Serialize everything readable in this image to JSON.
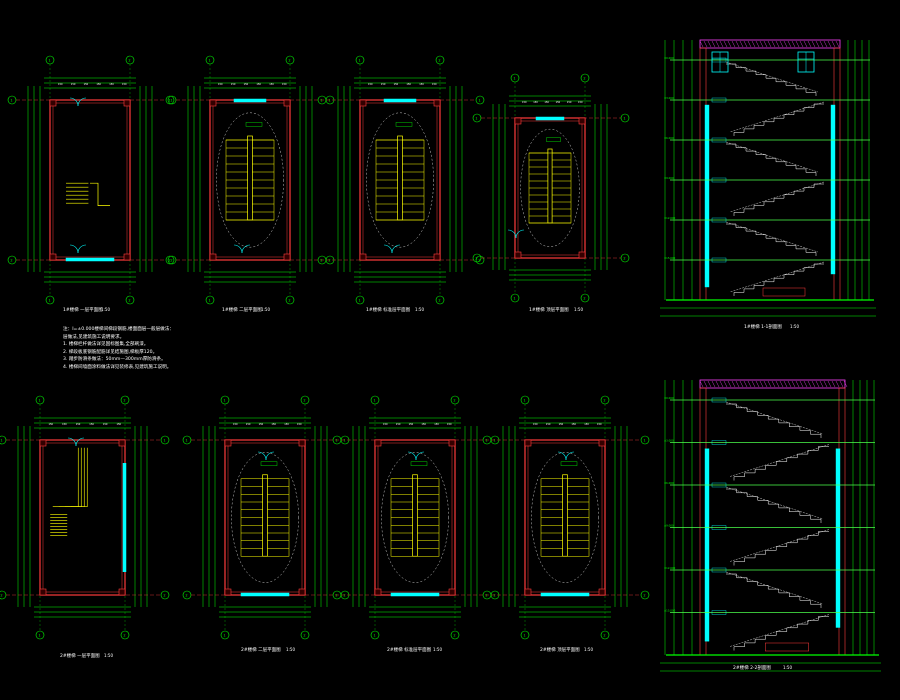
{
  "drawing": {
    "title": "楼梯详图",
    "colors": {
      "background": "#000000",
      "wall": "#ff3b3b",
      "dimension": "#00ff00",
      "stair": "#ffff00",
      "glass": "#00ffff",
      "text": "#ffffff",
      "roof": "#ff40ff",
      "floor_line": "#4dff4d"
    },
    "notes": {
      "lines": [
        "注：Ⅰ=±0.000楼梯间梯段钢筋,楼面面层一般层做法：",
        "     层做法,见建筑施工说明要求。",
        "1. 楼梯栏杆做法详见国标图集,全部刷漆。",
        "2. 梯段板底钢筋配筋详见结施图,梯板厚120。",
        "3. 踏步防滑条做法：50mm—300mm厚防滑条。",
        "4. 楼梯间墙面涂料做法详见装修表,见建筑施工说明。"
      ]
    },
    "top_plans": [
      {
        "title": "1#楼梯 一层平面图",
        "scale": "1:50"
      },
      {
        "title": "1#楼梯 二层平面图",
        "scale": "1:50"
      },
      {
        "title": "1#楼梯 标准层平面图",
        "scale": "1:50"
      },
      {
        "title": "1#楼梯 顶层平面图",
        "scale": "1:50"
      }
    ],
    "bottom_plans": [
      {
        "title": "2#楼梯 一层平面图",
        "scale": "1:50"
      },
      {
        "title": "2#楼梯 二层平面图",
        "scale": "1:50"
      },
      {
        "title": "2#楼梯 标准层平面图",
        "scale": "1:50"
      },
      {
        "title": "2#楼梯 顶层平面图",
        "scale": "1:50"
      }
    ],
    "sections": [
      {
        "title": "1#楼梯 1-1剖面图",
        "scale": "1:50"
      },
      {
        "title": "2#楼梯 2-2剖面图",
        "scale": "1:50"
      }
    ]
  }
}
